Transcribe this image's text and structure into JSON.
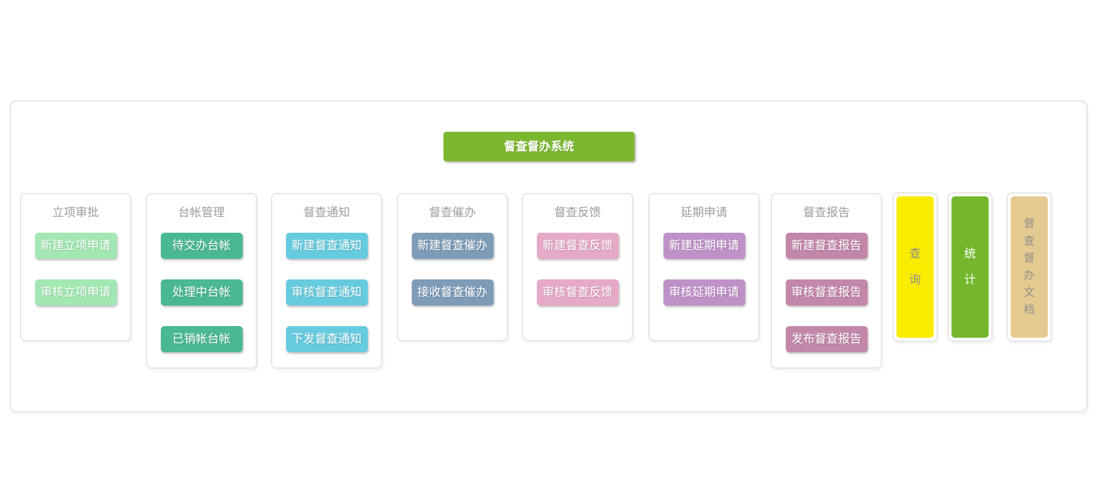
{
  "title_button": {
    "label": "督查督办系统",
    "color": "#7cb82f"
  },
  "columns": [
    {
      "header": "立项审批",
      "color": "#a3e8b2",
      "buttons": [
        "新建立项申请",
        "审核立项申请"
      ]
    },
    {
      "header": "台帐管理",
      "color": "#4ab894",
      "buttons": [
        "待交办台帐",
        "处理中台帐",
        "已销帐台帐"
      ]
    },
    {
      "header": "督查通知",
      "color": "#67cbdf",
      "buttons": [
        "新建督查通知",
        "审核督查通知",
        "下发督查通知"
      ]
    },
    {
      "header": "督查催办",
      "color": "#7d9cb8",
      "buttons": [
        "新建督查催办",
        "接收督查催办"
      ]
    },
    {
      "header": "督查反馈",
      "color": "#e6a9c7",
      "buttons": [
        "新建督查反馈",
        "审核督查反馈"
      ]
    },
    {
      "header": "延期申请",
      "color": "#c091c8",
      "buttons": [
        "新建延期申请",
        "审核延期申请"
      ]
    },
    {
      "header": "督查报告",
      "color": "#c387aa",
      "buttons": [
        "新建督查报告",
        "审核督查报告",
        "发布督查报告"
      ]
    }
  ],
  "side_bars": [
    {
      "label": "查询",
      "color": "#f9ec00",
      "text_color": "#8f8f8f"
    },
    {
      "label": "统计",
      "color": "#74b72d",
      "text_color": "#ffffff"
    },
    {
      "label": "督查督办文档",
      "color": "#e5ca90",
      "text_color": "#8f8f8f"
    }
  ],
  "panel": {
    "border_color": "#e7e7e7",
    "header_text_color": "#9d9d9d"
  }
}
